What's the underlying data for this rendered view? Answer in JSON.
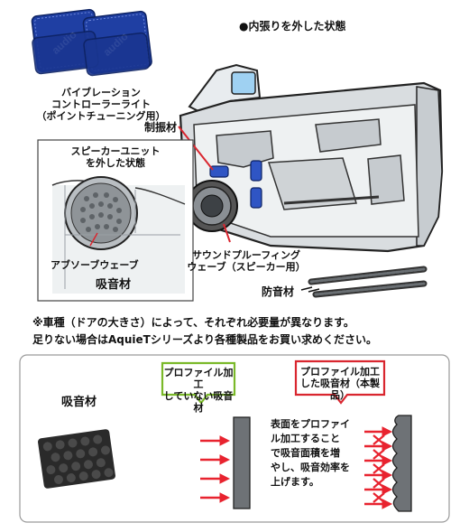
{
  "header": {
    "title": "●内張りを外した状態"
  },
  "product_labels": {
    "vibration_controller_line1": "バイブレーション",
    "vibration_controller_line2": "コントローラーライト",
    "vibration_controller_line3": "（ポイントチューニング用）",
    "damping_material": "制振材",
    "package_brand": "audio"
  },
  "speaker_inset": {
    "title_line1": "スピーカーユニット",
    "title_line2": "を外した状態",
    "absorb_wave": "アブソーブウェーブ",
    "absorb_material": "吸音材"
  },
  "soundproofing_wave": {
    "line1": "サウンドプルーフィング",
    "line2": "ウェーブ（スピーカー用）"
  },
  "sound_barrier": "防音材",
  "notes": {
    "line1": "※車種（ドアの大きさ）によって、それぞれ必要量が異なります。",
    "line2": "足りない場合はAquieTシリーズより各種製品をお買い求めください。"
  },
  "comparison": {
    "absorb_label": "吸音材",
    "unprocessed_line1": "プロファイル加工",
    "unprocessed_line2": "していない吸音材",
    "processed_line1": "プロファイル加工",
    "processed_line2": "した吸音材（本製品）",
    "desc_line1": "表面をプロファイ",
    "desc_line2": "ル加工すること",
    "desc_line3": "で吸音面積を増",
    "desc_line4": "やし、吸音効率を",
    "desc_line5": "上げます。"
  },
  "colors": {
    "package_blue": "#1f3fa3",
    "arrow_red": "#e8232f",
    "callout_green": "#7ab929",
    "callout_red": "#d9262f",
    "pad_blue": "#2f55c4"
  }
}
